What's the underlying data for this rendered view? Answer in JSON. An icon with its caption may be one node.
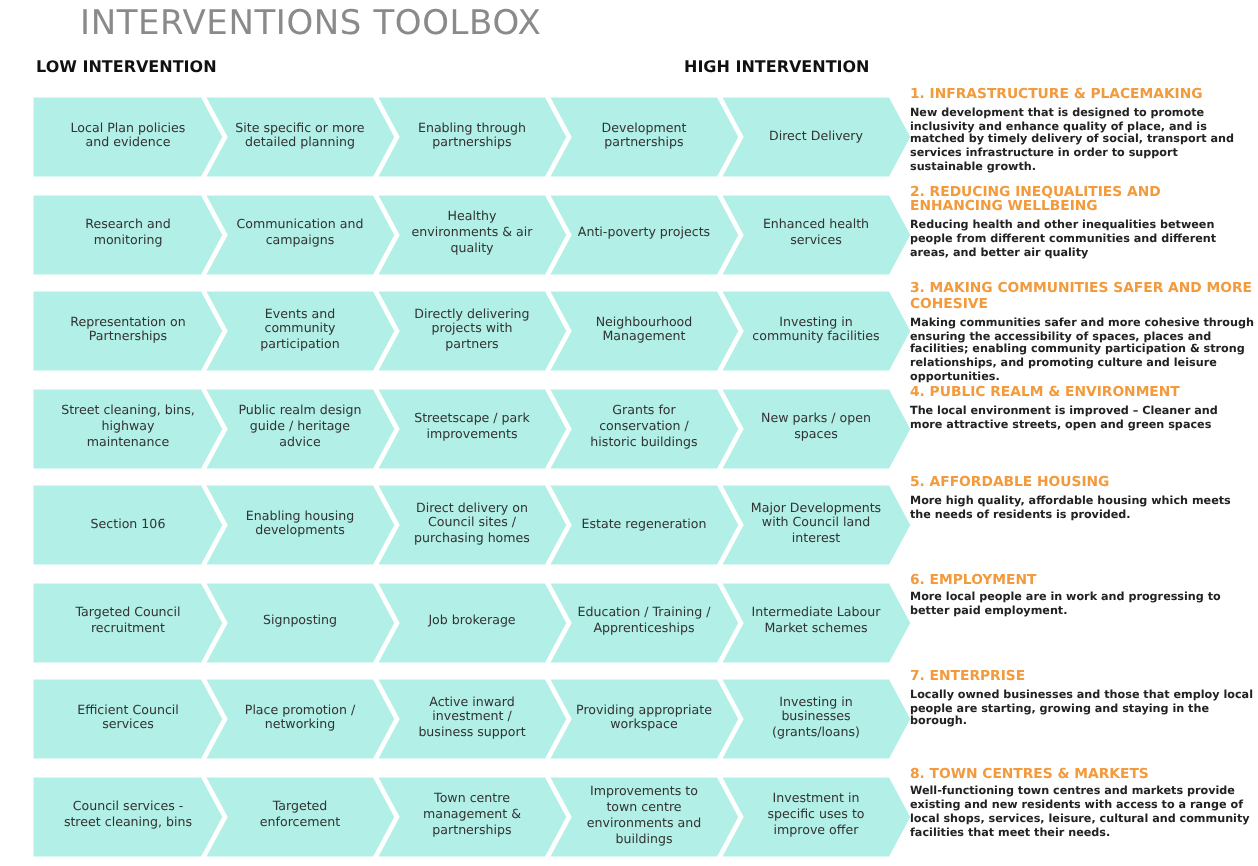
{
  "diagram": {
    "title": "INTERVENTIONS TOOLBOX",
    "nodes": [
      {
        "text": [
          "Local Plan policies and evidence"
        ]
      },
      {
        "text": [
          "Site specific or more detailed planning"
        ]
      },
      {
        "text": [
          "Enabling through partnerships"
        ]
      },
      {
        "text": [
          "Development partnerships"
        ]
      },
      {
        "text": [
          "Direct Delivery"
        ]
      },
      {
        "text": [
          "Research and monitoring"
        ]
      },
      {
        "text": [
          "Communication and campaigns"
        ]
      },
      {
        "text": [
          "Healthy environments & air quality"
        ]
      },
      {
        "text": [
          "Anti-poverty projects"
        ]
      },
      {
        "text": [
          "Enhanced health services"
        ]
      },
      {
        "text": [
          "Representation on Partnerships"
        ]
      },
      {
        "text": [
          "Events and community participation"
        ]
      },
      {
        "text": [
          "Directly delivering projects with partners"
        ]
      },
      {
        "text": [
          "Neighbourhood Management"
        ]
      },
      {
        "text": [
          "Investing in community facilities"
        ]
      },
      {
        "text": [
          "Street cleaning, bins, highway maintenance"
        ]
      },
      {
        "text": [
          "Public realm design guide / heritage advice"
        ]
      },
      {
        "text": [
          "Streetscape / park improvements"
        ]
      },
      {
        "text": [
          "Grants for conservation / historic buildings"
        ]
      },
      {
        "text": [
          "New parks / open spaces"
        ]
      },
      {
        "text": [
          "Section 106"
        ]
      },
      {
        "text": [
          "Enabling housing developments"
        ]
      },
      {
        "text": [
          "Direct delivery on Council sites / purchasing homes"
        ]
      },
      {
        "text": [
          "Estate regeneration"
        ]
      },
      {
        "text": [
          "Major Developments with Council land interest"
        ]
      },
      {
        "text": [
          "Targeted Council recruitment"
        ]
      },
      {
        "text": [
          "Signposting"
        ]
      },
      {
        "text": [
          "Job brokerage"
        ]
      },
      {
        "text": [
          "Education / Training / Apprenticeships"
        ]
      },
      {
        "text": [
          "Intermediate Labour Market schemes"
        ]
      },
      {
        "text": [
          "Efficient Council services"
        ]
      },
      {
        "text": [
          "Place promotion / networking"
        ]
      },
      {
        "text": [
          "Active inward investment / business support"
        ]
      },
      {
        "text": [
          "Providing appropriate workspace"
        ]
      },
      {
        "text": [
          "Investing in businesses (grants/loans)"
        ]
      },
      {
        "text": [
          "Council services - street cleaning, bins"
        ]
      },
      {
        "text": [
          "Targeted enforcement"
        ]
      },
      {
        "text": [
          "Town centre management & partnerships"
        ]
      },
      {
        "text": [
          "Improvements to town centre environments and buildings"
        ]
      },
      {
        "text": [
          "Investment in specific uses to improve offer"
        ]
      }
    ],
    "labels": [
      "LOW INTERVENTION",
      "HIGH INTERVENTION",
      "1. INFRASTRUCTURE & PLACEMAKING",
      "New development that is designed to promote inclusivity and enhance quality of place, and is matched by timely delivery of social, transport and services infrastructure in order to support sustainable growth.",
      "2. REDUCING INEQUALITIES AND ENHANCING WELLBEING",
      "Reducing health and other inequalities between people from different communities and different areas, and better air quality",
      "3. MAKING COMMUNITIES SAFER AND MORE COHESIVE",
      "Making communities safer and more cohesive through ensuring the accessibility of spaces, places and facilities; enabling community participation & strong relationships, and promoting culture and leisure opportunities.",
      "4. PUBLIC REALM & ENVIRONMENT",
      "The local environment is improved – Cleaner and more attractive streets, open and green spaces",
      "5. AFFORDABLE HOUSING",
      "More high quality, affordable housing which meets the needs of residents is provided.",
      "6. EMPLOYMENT",
      "More local people are in work and progressing to better paid employment.",
      "7. ENTERPRISE",
      "Locally owned businesses and those that employ local people are starting, growing and staying in the borough.",
      "8. TOWN CENTRES & MARKETS",
      "Well-functioning town centres and markets provide existing and new residents with access to a range of local shops, services, leisure, cultural and community facilities that meet their needs."
    ]
  }
}
